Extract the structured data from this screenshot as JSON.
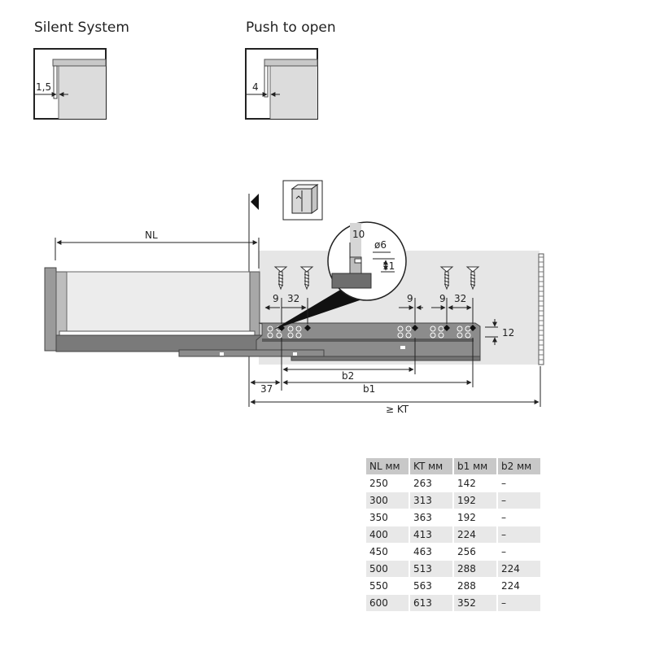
{
  "titles": {
    "silent": "Silent System",
    "push": "Push to open"
  },
  "detail_dims": {
    "silent_gap": "1,5",
    "push_gap": "4"
  },
  "callout_dims": {
    "height_step": "10",
    "hole": "ø6",
    "offset": "11"
  },
  "drawing_dims": {
    "nl": "NL",
    "kt": "≥ KT",
    "b1": "b1",
    "b2": "b2",
    "front_offset": "37",
    "screw_a": "9",
    "pitch_a": "32",
    "screw_b": "9",
    "screw_c": "9",
    "pitch_b": "32",
    "height": "12"
  },
  "table": {
    "headers": [
      "NL мм",
      "KT мм",
      "b1 мм",
      "b2 мм"
    ],
    "rows": [
      [
        "250",
        "263",
        "142",
        "–"
      ],
      [
        "300",
        "313",
        "192",
        "–"
      ],
      [
        "350",
        "363",
        "192",
        "–"
      ],
      [
        "400",
        "413",
        "224",
        "–"
      ],
      [
        "450",
        "463",
        "256",
        "–"
      ],
      [
        "500",
        "513",
        "288",
        "224"
      ],
      [
        "550",
        "563",
        "288",
        "224"
      ],
      [
        "600",
        "613",
        "352",
        "–"
      ]
    ]
  },
  "icons": {
    "cabinet": "cabinet-icon",
    "direction": "arrow-marker-icon"
  }
}
